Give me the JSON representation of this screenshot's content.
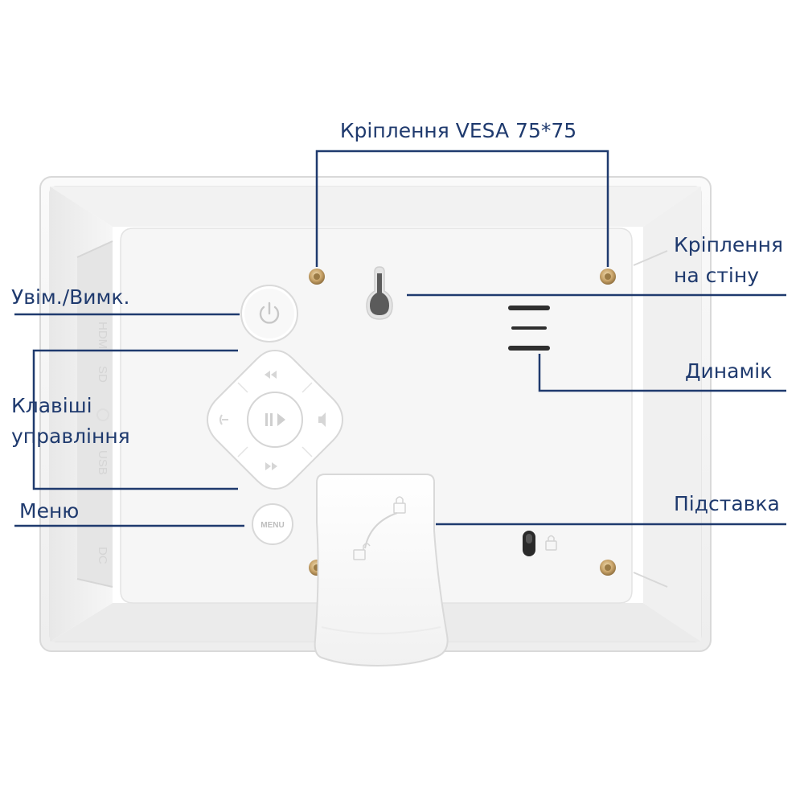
{
  "labels": {
    "vesa_mount": "Кріплення VESA 75*75",
    "wall_mount_line1": "Кріплення",
    "wall_mount_line2": "на стіну",
    "power": "Увім./Вимк.",
    "control_keys_line1": "Клавіші",
    "control_keys_line2": "управління",
    "menu": "Меню",
    "speaker": "Динамік",
    "stand": "Підставка"
  },
  "device": {
    "menu_button_text": "MENU",
    "side_port_labels": [
      "HDMI",
      "SD",
      "USB",
      "DC"
    ]
  },
  "colors": {
    "callout": "#1f3a6e",
    "housing": "#f7f7f7",
    "panel": "#f3f3f3",
    "screw": "#c9a46a"
  },
  "icons": {
    "power": "power-icon",
    "keyhole": "wall-hanger-slot-icon",
    "lock": "lock-icon",
    "unlock": "unlock-icon"
  }
}
